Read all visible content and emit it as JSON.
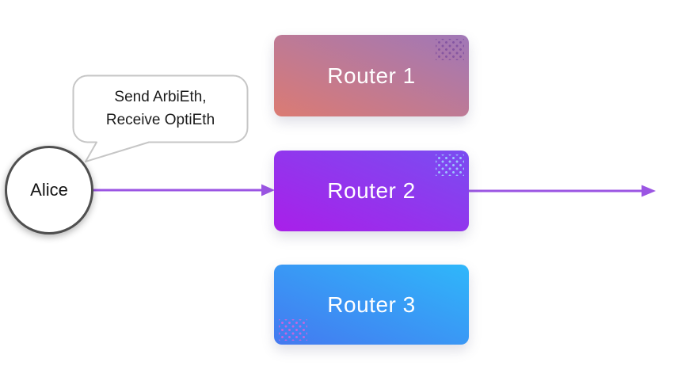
{
  "diagram": {
    "actor": {
      "label": "Alice"
    },
    "speech_bubble": {
      "line1": "Send ArbiEth,",
      "line2": "Receive OptiEth",
      "border_color": "#c6c6c6",
      "fill_color": "#ffffff"
    },
    "routers": [
      {
        "label": "Router 1",
        "gradient_from": "#db7b73",
        "gradient_to": "#a078b8",
        "dots_color": "#6a3a96"
      },
      {
        "label": "Router 2",
        "gradient_from": "#a91fe9",
        "gradient_to": "#7a4df1",
        "dots_color": "#a0d8ff"
      },
      {
        "label": "Router 3",
        "gradient_from": "#4479f0",
        "gradient_to": "#2fb7fa",
        "dots_color": "#e25fda"
      }
    ],
    "arrow_color": "#9b55e3",
    "background_color": "#ffffff",
    "label_color": "#ffffff"
  }
}
